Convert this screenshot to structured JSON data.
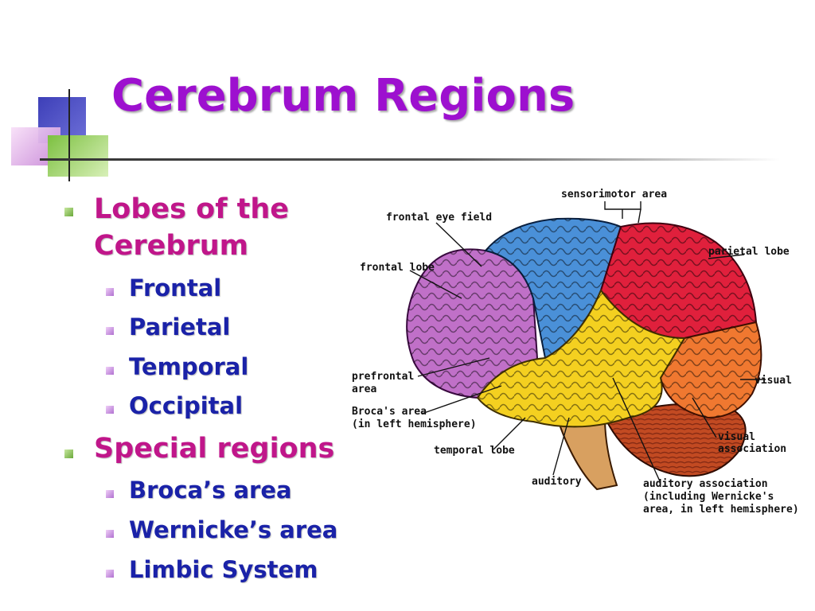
{
  "slide": {
    "title": "Cerebrum Regions",
    "bullets": [
      {
        "text": "Lobes of the Cerebrum",
        "line1": "Lobes of the",
        "line2": "Cerebrum",
        "subitems": [
          " Frontal",
          "Parietal",
          "Temporal",
          "Occipital"
        ]
      },
      {
        "text": "Special regions",
        "subitems": [
          "Broca’s area",
          "Wernicke’s area",
          "Limbic System"
        ]
      }
    ]
  },
  "diagram": {
    "labels": {
      "sensorimotor": "sensorimotor area",
      "frontal_eye": "frontal eye field",
      "parietal": "parietal lobe",
      "frontal": "frontal lobe",
      "prefrontal_1": "prefrontal",
      "prefrontal_2": "area",
      "visual": "visual",
      "broca_1": "Broca's area",
      "broca_2": "(in left hemisphere)",
      "visual_assoc_1": "visual",
      "visual_assoc_2": "association",
      "temporal": "temporal lobe",
      "auditory": "auditory",
      "aud_assoc_1": "auditory association",
      "aud_assoc_2": "(including Wernicke's",
      "aud_assoc_3": "area, in left hemisphere)"
    }
  }
}
